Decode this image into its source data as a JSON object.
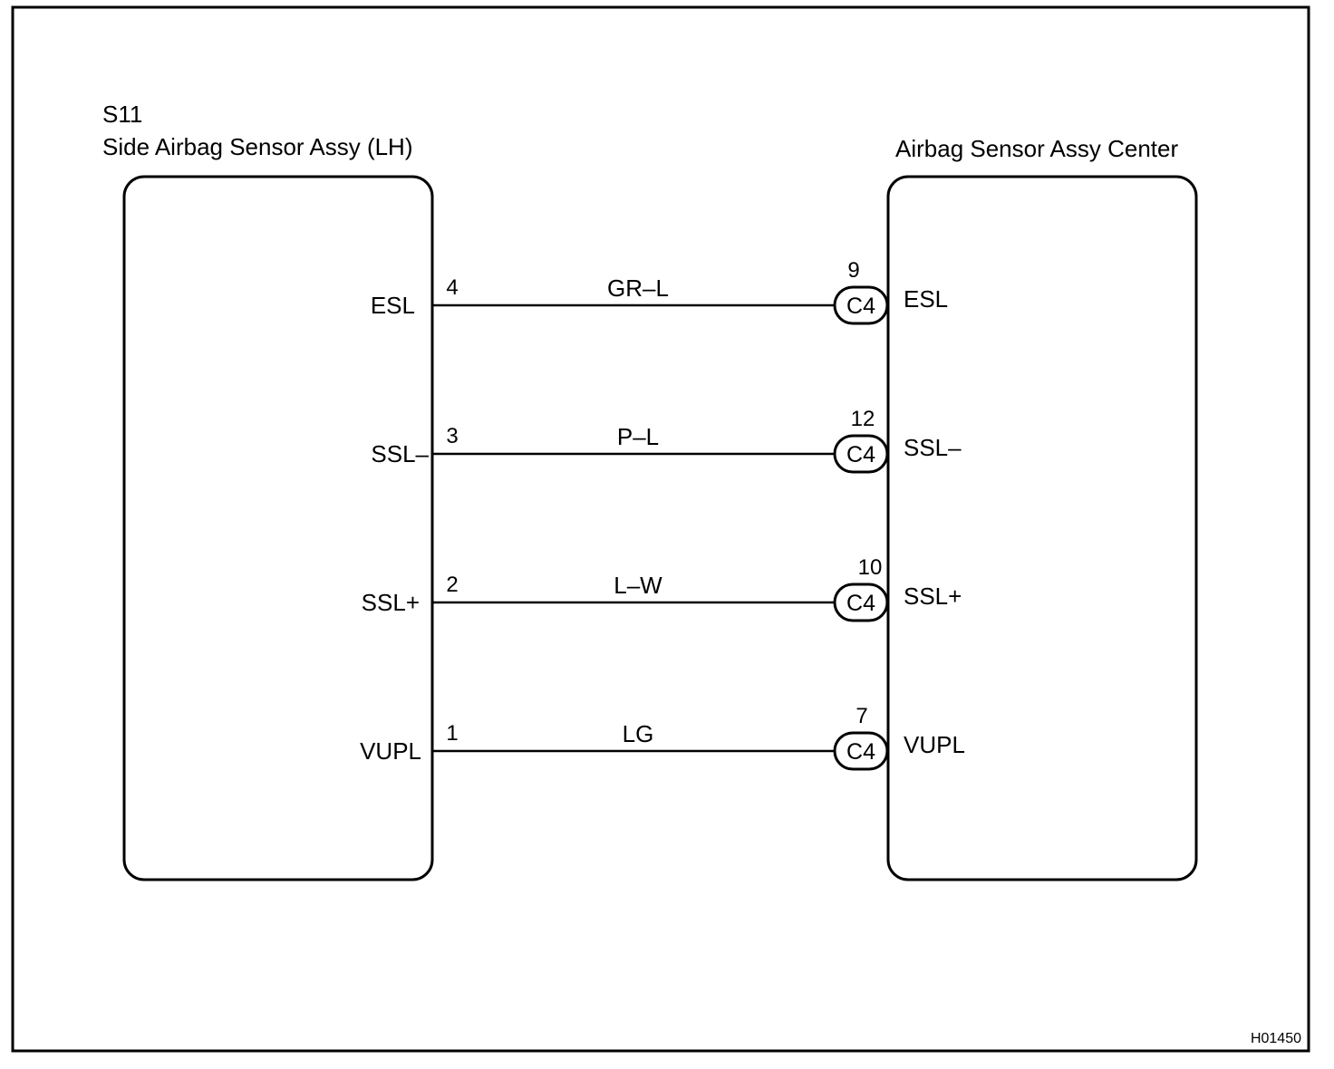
{
  "figure_id": "H01450",
  "left_component": {
    "code": "S11",
    "name": "Side Airbag Sensor Assy (LH)"
  },
  "right_component": {
    "name": "Airbag Sensor Assy Center"
  },
  "connections": [
    {
      "left_terminal": "ESL",
      "left_pin": "4",
      "wire_color": "GR–L",
      "connector": "C4",
      "right_pin": "9",
      "right_terminal": "ESL"
    },
    {
      "left_terminal": "SSL–",
      "left_pin": "3",
      "wire_color": "P–L",
      "connector": "C4",
      "right_pin": "12",
      "right_terminal": "SSL–"
    },
    {
      "left_terminal": "SSL+",
      "left_pin": "2",
      "wire_color": "L–W",
      "connector": "C4",
      "right_pin": "10",
      "right_terminal": "SSL+"
    },
    {
      "left_terminal": "VUPL",
      "left_pin": "1",
      "wire_color": "LG",
      "connector": "C4",
      "right_pin": "7",
      "right_terminal": "VUPL"
    }
  ]
}
